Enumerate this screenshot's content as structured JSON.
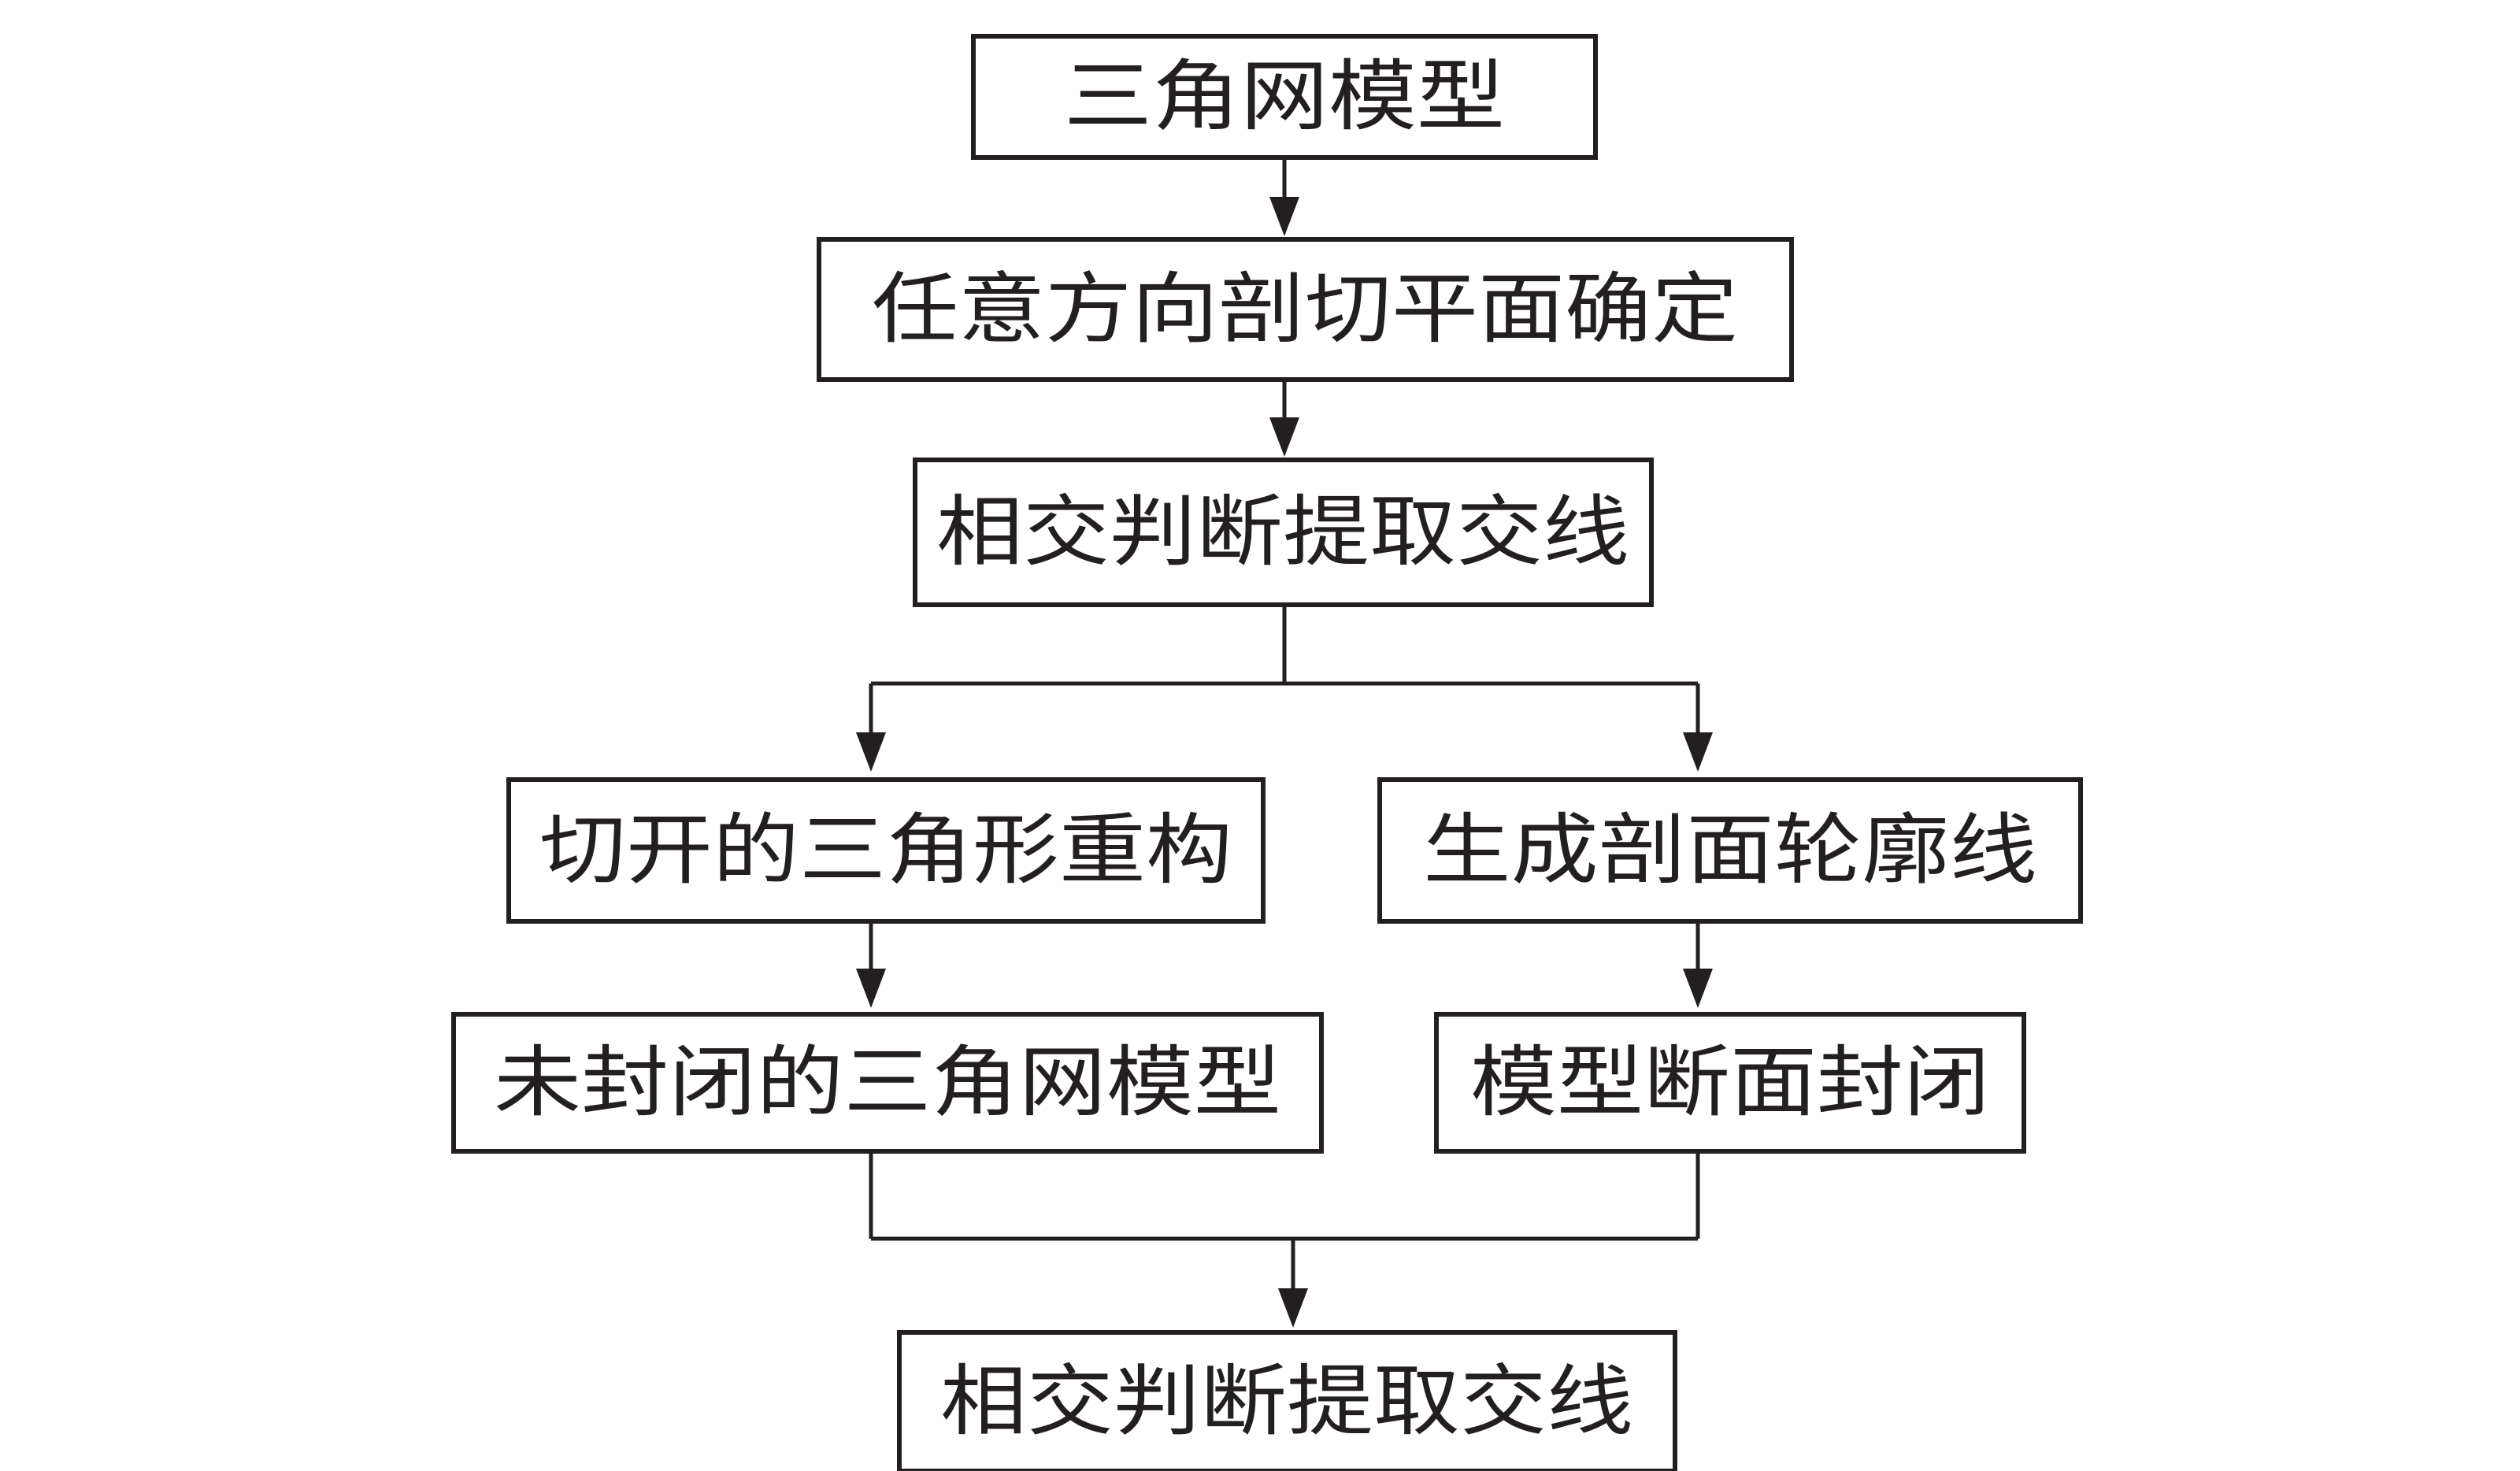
{
  "nodes": {
    "mesh_model": {
      "label": "三角网模型"
    },
    "cut_plane": {
      "label": "任意方向剖切平面确定"
    },
    "intersect_1": {
      "label": "相交判断提取交线"
    },
    "rebuild": {
      "label": "切开的三角形重构"
    },
    "contour": {
      "label": "生成剖面轮廓线"
    },
    "unclosed": {
      "label": "未封闭的三角网模型"
    },
    "closure": {
      "label": "模型断面封闭"
    },
    "intersect_2": {
      "label": "相交判断提取交线"
    }
  }
}
